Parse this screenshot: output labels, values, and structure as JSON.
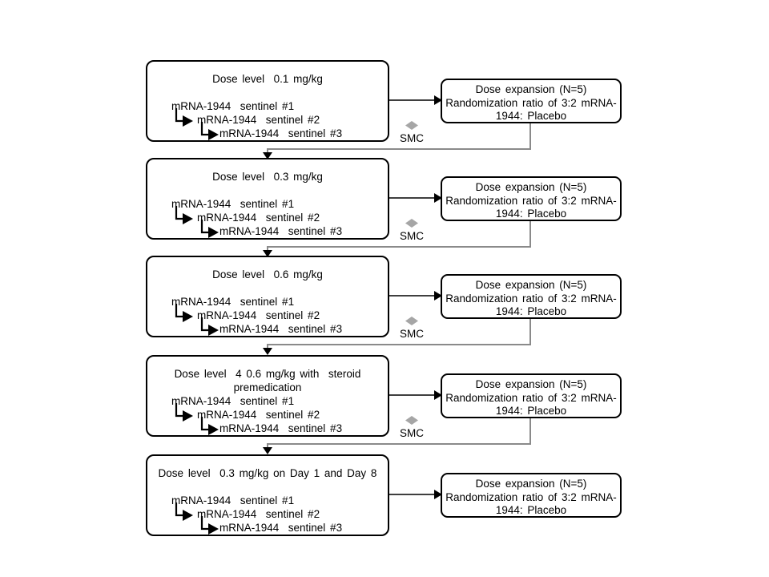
{
  "diagram": {
    "smc_label": "SMC",
    "expansion_text": "Dose expansion (N=5)\nRandomization ratio of 3:2 mRNA-\n1944: Placebo",
    "rows": [
      {
        "title": "Dose level  0.1 mg/kg",
        "sentinels": [
          "mRNA-1944  sentinel #1",
          "mRNA-1944  sentinel #2",
          "mRNA-1944  sentinel #3"
        ],
        "has_smc": true
      },
      {
        "title": "Dose level  0.3 mg/kg",
        "sentinels": [
          "mRNA-1944  sentinel #1",
          "mRNA-1944  sentinel #2",
          "mRNA-1944  sentinel #3"
        ],
        "has_smc": true
      },
      {
        "title": "Dose level  0.6 mg/kg",
        "sentinels": [
          "mRNA-1944  sentinel #1",
          "mRNA-1944  sentinel #2",
          "mRNA-1944  sentinel #3"
        ],
        "has_smc": true
      },
      {
        "title": "Dose level  4 0.6 mg/kg with  steroid\npremedication",
        "sentinels": [
          "mRNA-1944  sentinel #1",
          "mRNA-1944  sentinel #2",
          "mRNA-1944  sentinel #3"
        ],
        "has_smc": true
      },
      {
        "title": "Dose level  0.3 mg/kg on Day 1 and Day 8",
        "sentinels": [
          "mRNA-1944  sentinel #1",
          "mRNA-1944  sentinel #2",
          "mRNA-1944  sentinel #3"
        ],
        "has_smc": false
      }
    ],
    "colors": {
      "box_border": "#000000",
      "connector_gray": "#8a8a8a",
      "diamond_fill": "#a6a6a6",
      "arrow_dark": "#3f3f3f",
      "arrowhead_black": "#000000"
    }
  }
}
